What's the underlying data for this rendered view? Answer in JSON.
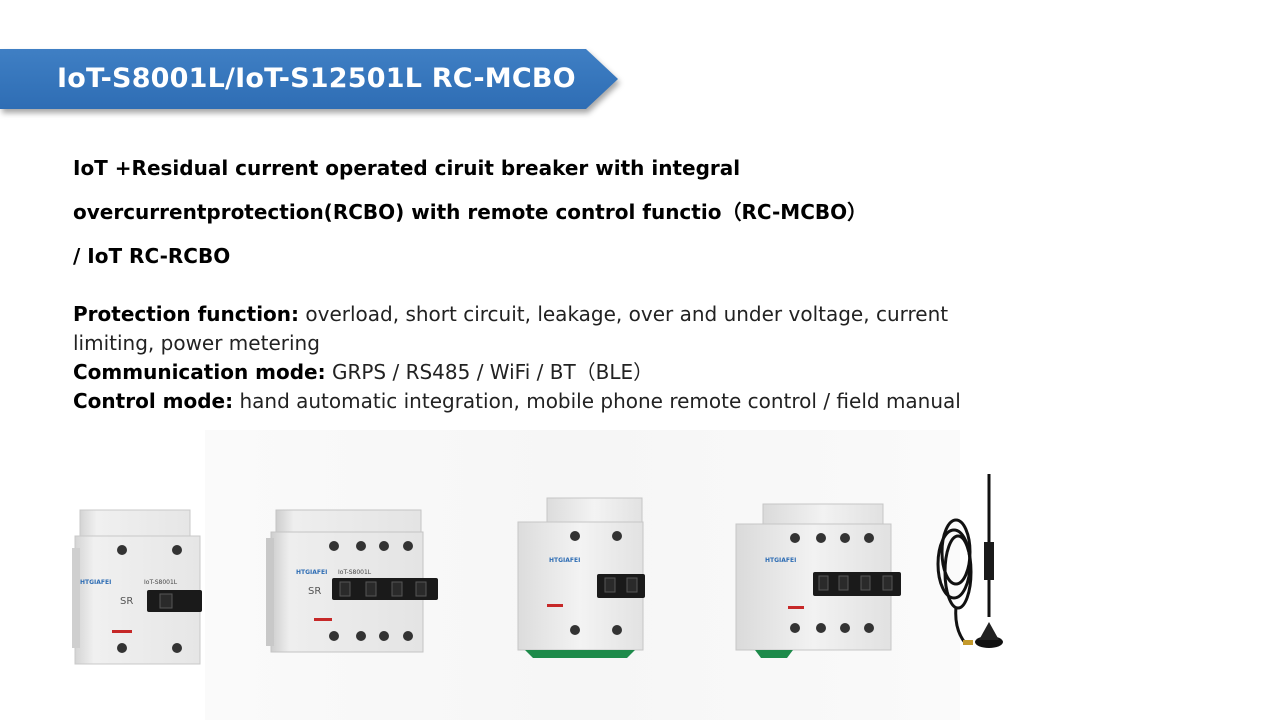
{
  "banner": {
    "title": "IoT-S8001L/IoT-S12501L RC-MCBO"
  },
  "headline": {
    "line1": "IoT +Residual current operated ciruit breaker with integral",
    "line2": "overcurrentprotection(RCBO) with remote control functio（RC-MCBO）",
    "line3": "/ IoT RC-RCBO"
  },
  "specs": {
    "protection": {
      "label": "Protection function:",
      "value": " overload, short circuit, leakage, over and under voltage, current limiting, power metering"
    },
    "communication": {
      "label": "Communication mode:",
      "value": " GRPS / RS485 / WiFi / BT（BLE）"
    },
    "control": {
      "label": "Control mode:",
      "value": " hand automatic integration, mobile phone remote control / field manual"
    }
  },
  "products": {
    "p1": {
      "brand": "HTGIAFEI",
      "model": "IoT-S8001L",
      "mark": "SR"
    },
    "p2": {
      "brand": "HTGIAFEI",
      "model": "IoT-S8001L",
      "mark": "SR"
    },
    "p3": {
      "brand": "HTGIAFEI",
      "model": "",
      "mark": ""
    },
    "p4": {
      "brand": "HTGIAFEI",
      "model": "",
      "mark": ""
    }
  },
  "colors": {
    "banner": "#2e6db4",
    "handle": "#1a1a1a",
    "body": "#e9e9e9",
    "green": "#1d8a4a"
  }
}
